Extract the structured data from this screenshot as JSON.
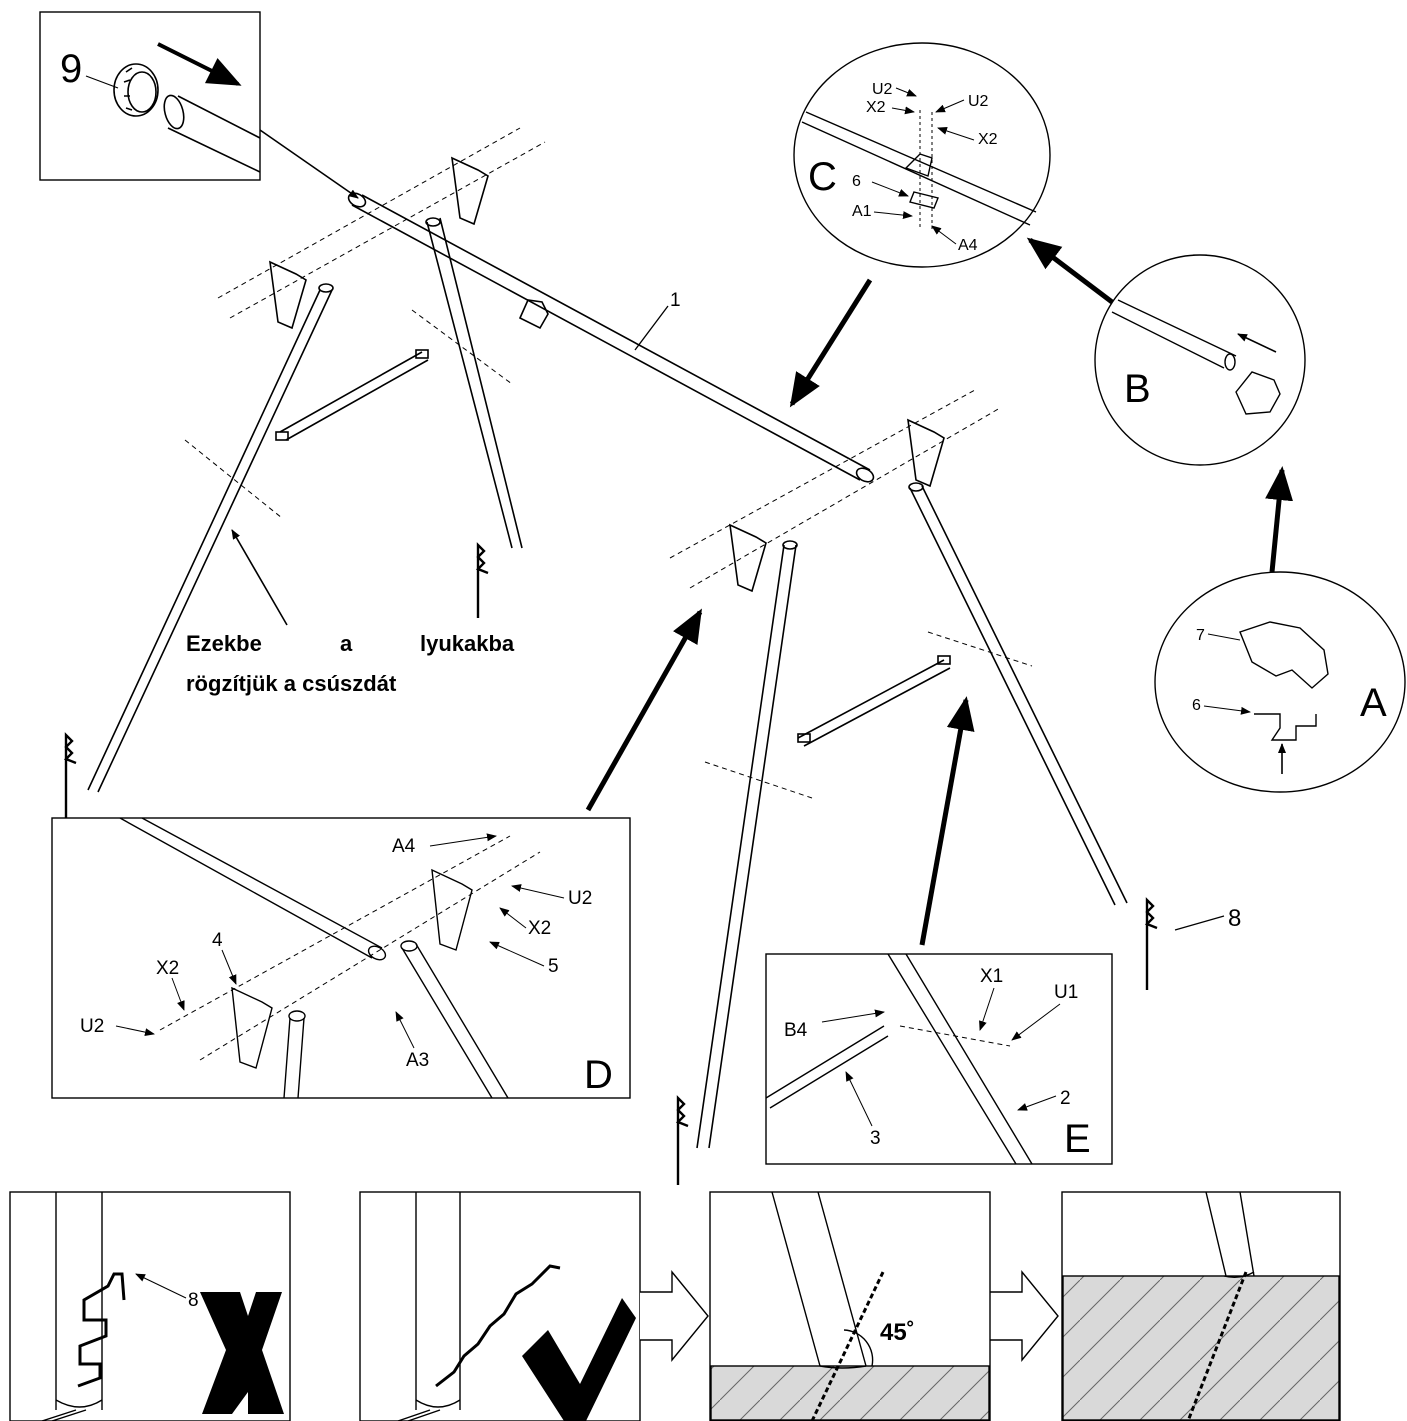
{
  "parts": {
    "p1": "1",
    "p2": "2",
    "p3": "3",
    "p4": "4",
    "p5": "5",
    "p6": "6",
    "p7": "7",
    "p8": "8",
    "p9": "9"
  },
  "hardware": {
    "a1": "A1",
    "a3": "A3",
    "a4": "A4",
    "b4": "B4",
    "u1": "U1",
    "u2": "U2",
    "x1": "X1",
    "x2": "X2"
  },
  "detail_letters": {
    "a": "A",
    "b": "B",
    "c": "C",
    "d": "D",
    "e": "E"
  },
  "note": {
    "line1_words": [
      "Ezekbe",
      "a",
      "lyukakba"
    ],
    "line2": "rögzítjük a csúszdát"
  },
  "angle_label": "45˚",
  "marks": {
    "wrong": "wrong-cross",
    "right": "check-mark"
  },
  "colors": {
    "line": "#000000",
    "ground": "#d9d9d9",
    "paper": "#ffffff"
  }
}
